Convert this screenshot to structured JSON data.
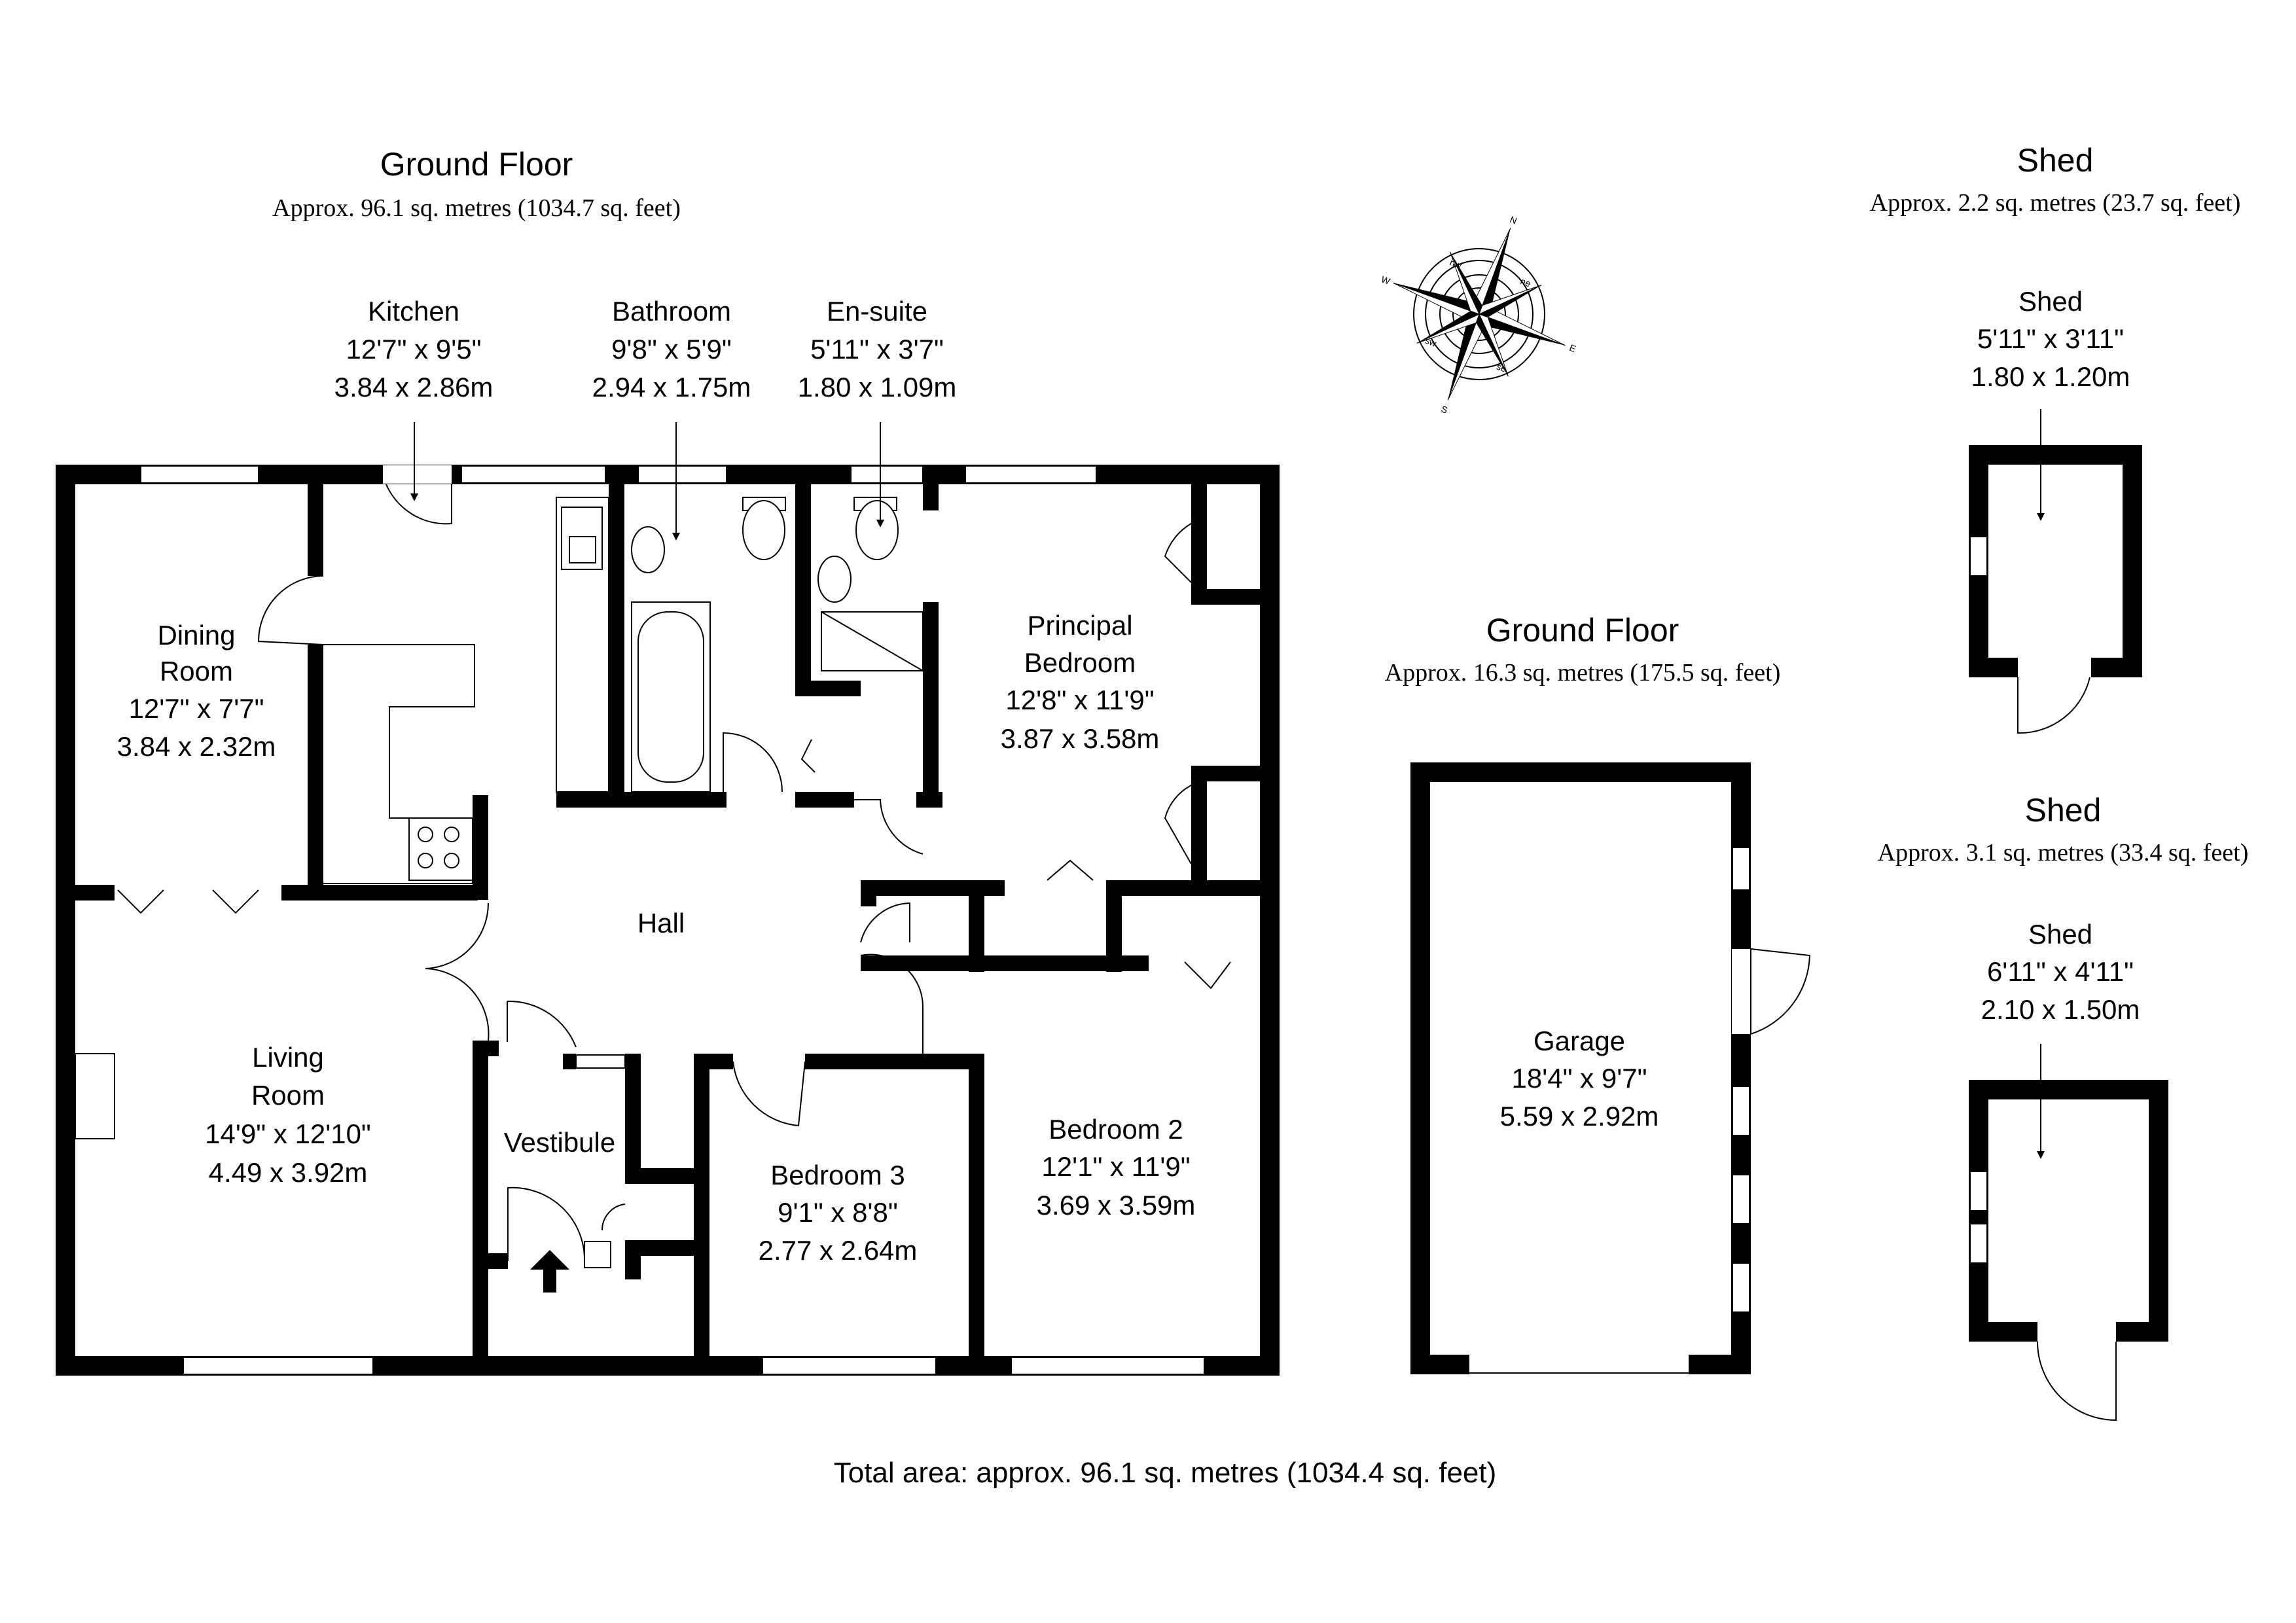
{
  "colors": {
    "wall": "#000000",
    "background": "#ffffff"
  },
  "main_house": {
    "title": "Ground Floor",
    "area": "Approx. 96.1 sq. metres (1034.7 sq. feet)",
    "rooms": {
      "kitchen": {
        "name": "Kitchen",
        "imperial": "12'7\" x 9'5\"",
        "metric": "3.84 x 2.86m"
      },
      "bathroom": {
        "name": "Bathroom",
        "imperial": "9'8\" x 5'9\"",
        "metric": "2.94 x 1.75m"
      },
      "ensuite": {
        "name": "En-suite",
        "imperial": "5'11\" x 3'7\"",
        "metric": "1.80 x 1.09m"
      },
      "dining": {
        "name_line1": "Dining",
        "name_line2": "Room",
        "imperial": "12'7\" x 7'7\"",
        "metric": "3.84 x 2.32m"
      },
      "principal": {
        "name_line1": "Principal",
        "name_line2": "Bedroom",
        "imperial": "12'8\" x 11'9\"",
        "metric": "3.87 x 3.58m"
      },
      "hall": {
        "name": "Hall"
      },
      "living": {
        "name_line1": "Living",
        "name_line2": "Room",
        "imperial": "14'9\" x 12'10\"",
        "metric": "4.49 x 3.92m"
      },
      "vestibule": {
        "name": "Vestibule"
      },
      "bedroom3": {
        "name": "Bedroom 3",
        "imperial": "9'1\" x 8'8\"",
        "metric": "2.77 x 2.64m"
      },
      "bedroom2": {
        "name": "Bedroom 2",
        "imperial": "12'1\" x 11'9\"",
        "metric": "3.69 x 3.59m"
      }
    }
  },
  "garage_block": {
    "title": "Ground Floor",
    "area": "Approx. 16.3 sq. metres (175.5 sq. feet)",
    "garage": {
      "name": "Garage",
      "imperial": "18'4\" x 9'7\"",
      "metric": "5.59 x 2.92m"
    }
  },
  "shed1": {
    "title": "Shed",
    "area": "Approx. 2.2 sq. metres (23.7 sq. feet)",
    "room": {
      "name": "Shed",
      "imperial": "5'11\" x 3'11\"",
      "metric": "1.80 x 1.20m"
    }
  },
  "shed2": {
    "title": "Shed",
    "area": "Approx. 3.1 sq. metres (33.4 sq. feet)",
    "room": {
      "name": "Shed",
      "imperial": "6'11\" x 4'11\"",
      "metric": "2.10 x 1.50m"
    }
  },
  "compass": {
    "icon": "compass-rose-icon",
    "n": "N",
    "e": "E",
    "s": "S",
    "w": "W",
    "ne": "ne",
    "se": "se",
    "sw": "sw",
    "nw": "nw"
  },
  "total_area": "Total area: approx. 96.1 sq. metres (1034.4 sq. feet)"
}
